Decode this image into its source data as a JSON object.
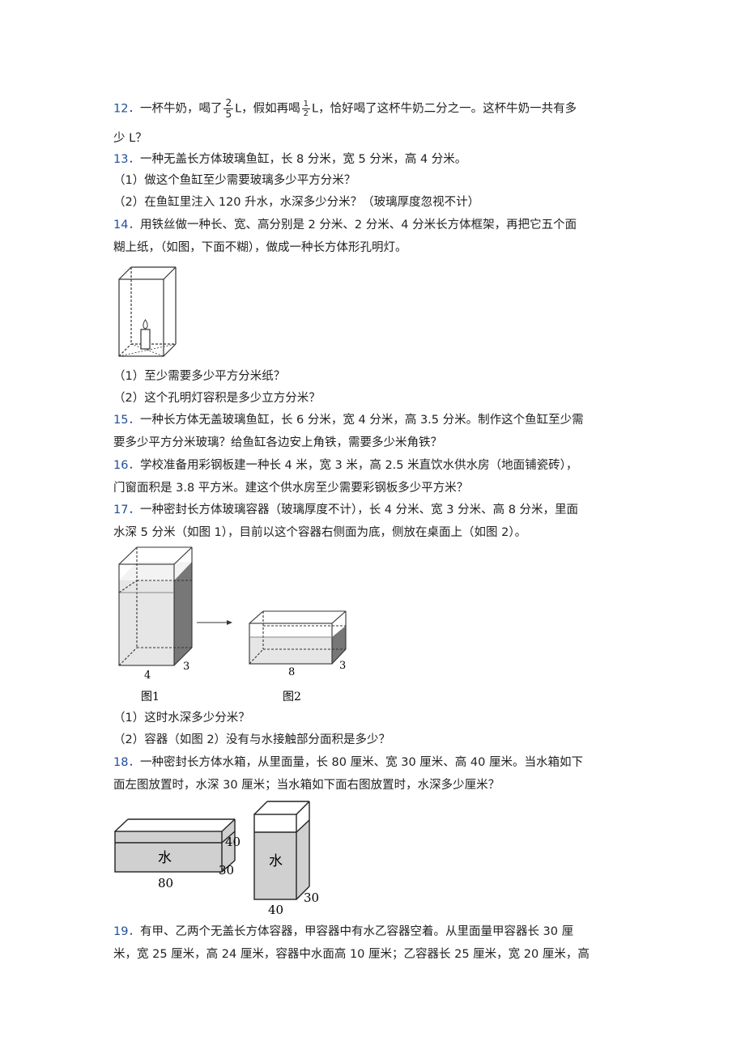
{
  "q12": {
    "num": "12．",
    "part1": "一杯牛奶，喝了",
    "frac1_num": "2",
    "frac1_den": "5",
    "part2": "L，假如再喝",
    "frac2_num": "1",
    "frac2_den": "2",
    "part3": "L，恰好喝了这杯牛奶二分之一。这杯牛奶一共有多",
    "line2": "少 L？"
  },
  "q13": {
    "num": "13．",
    "line1": "一种无盖长方体玻璃鱼缸，长 8 分米，宽 5 分米，高 4 分米。",
    "sub1": "（1）做这个鱼缸至少需要玻璃多少平方分米？",
    "sub2": "（2）在鱼缸里注入 120 升水，水深多少分米？（玻璃厚度忽视不计）"
  },
  "q14": {
    "num": "14．",
    "line1": "用铁丝做一种长、宽、高分别是 2 分米、2 分米、4 分米长方体框架，再把它五个面",
    "line2": "糊上纸，（如图，下面不糊），做成一种长方体形孔明灯。",
    "sub1": "（1）至少需要多少平方分米纸？",
    "sub2": "（2）这个孔明灯容积是多少立方分米？"
  },
  "q15": {
    "num": "15．",
    "line1": "一种长方体无盖玻璃鱼缸，长 6 分米，宽 4 分米，高 3.5 分米。制作这个鱼缸至少需",
    "line2": "要多少平方分米玻璃？给鱼缸各边安上角铁，需要多少米角铁？"
  },
  "q16": {
    "num": "16．",
    "line1": "学校准备用彩钢板建一种长 4 米，宽 3 米，高 2.5 米直饮水供水房（地面铺瓷砖），",
    "line2": "门窗面积是 3.8 平方米。建这个供水房至少需要彩钢板多少平方米？"
  },
  "q17": {
    "num": "17．",
    "line1": "一种密封长方体玻璃容器（玻璃厚度不计），长 4 分米、宽 3 分米、高 8 分米，里面",
    "line2": "水深 5 分米（如图 1），目前以这个容器右侧面为底，侧放在桌面上（如图 2）。",
    "fig1_w": "4",
    "fig1_d": "3",
    "fig1_cap": "图1",
    "fig2_w": "8",
    "fig2_d": "3",
    "fig2_cap": "图2",
    "sub1": "（1）这时水深多少分米？",
    "sub2": "（2）容器（如图 2）没有与水接触部分面积是多少？"
  },
  "q18": {
    "num": "18．",
    "line1": "一种密封长方体水箱，从里面量，长 80 厘米、宽 30 厘米、高 40 厘米。当水箱如下",
    "line2": "面左图放置时，水深 30 厘米；当水箱如下面右图放置时，水深多少厘米？",
    "left_water": "水",
    "left_h": "40",
    "left_d": "30",
    "left_w": "80",
    "right_water": "水",
    "right_w": "40",
    "right_d": "30"
  },
  "q19": {
    "num": "19．",
    "line1": "有甲、乙两个无盖长方体容器，甲容器中有水乙容器空着。从里面量甲容器长 30 厘",
    "line2": "米，宽 25 厘米，高 24 厘米，容器中水面高 10 厘米；乙容器长 25 厘米，宽 20 厘米，高"
  }
}
